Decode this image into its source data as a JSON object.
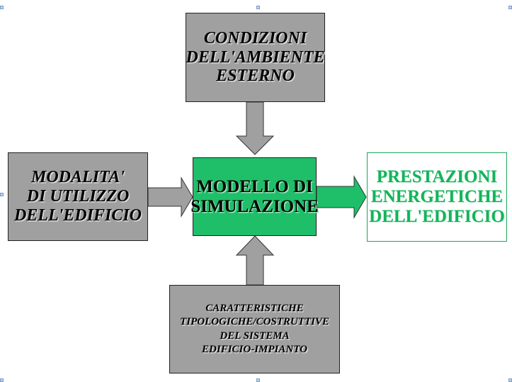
{
  "diagram": {
    "top_box": {
      "lines": [
        "CONDIZIONI",
        "DELL'AMBIENTE",
        "ESTERNO"
      ]
    },
    "left_box": {
      "lines": [
        "MODALITA'",
        "DI UTILIZZO",
        "DELL'EDIFICIO"
      ]
    },
    "center_box": {
      "lines": [
        "MODELLO DI",
        "SIMULAZIONE"
      ]
    },
    "right_box": {
      "lines": [
        "PRESTAZIONI",
        "ENERGETICHE",
        "DELL'EDIFICIO"
      ]
    },
    "bottom_box": {
      "lines": [
        "CARATTERISTICHE",
        "TIPOLOGICHE/COSTRUTTIVE",
        "DEL SISTEMA",
        "EDIFICIO-IMPIANTO"
      ]
    }
  },
  "colors": {
    "gray_box": "#a0a0a0",
    "model_green": "#1fbf6a",
    "result_green": "#14b35a",
    "arrow_gray": "#a0a0a0",
    "selection_handle": "#bcd3ee"
  }
}
